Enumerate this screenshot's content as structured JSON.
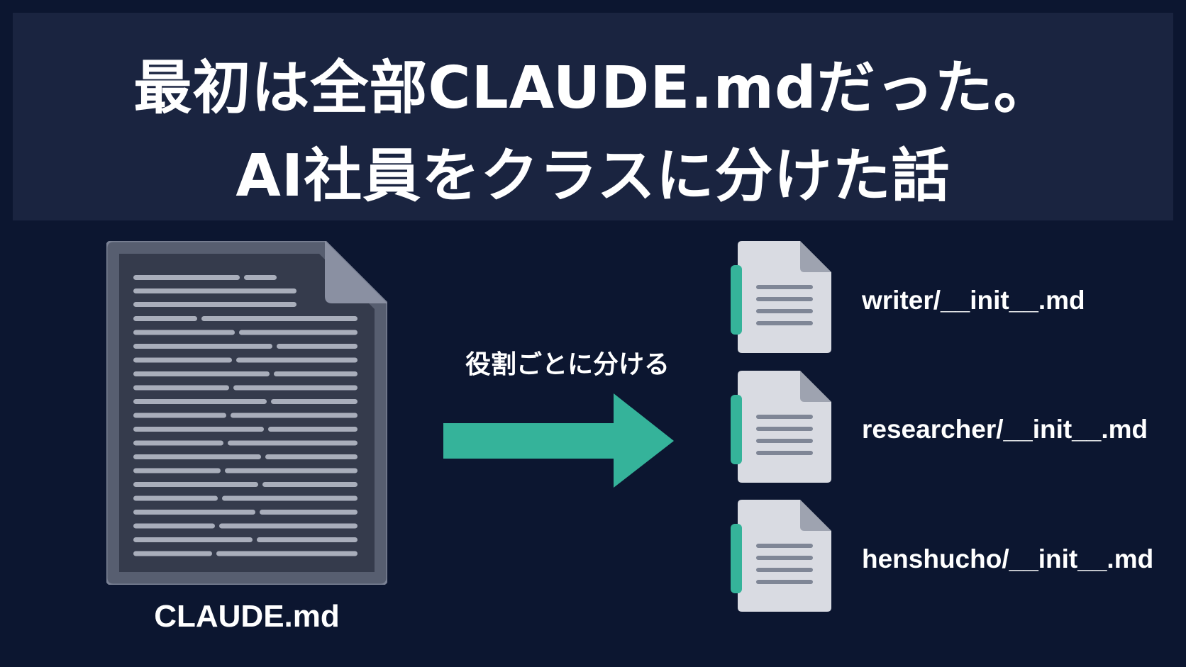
{
  "title": {
    "line1": "最初は全部CLAUDE.mdだった。",
    "line2": "AI社員をクラスに分けた話"
  },
  "source_file": {
    "label": "CLAUDE.md"
  },
  "arrow": {
    "caption": "役割ごとに分ける"
  },
  "output_files": [
    {
      "label": "writer/__init__.md"
    },
    {
      "label": "researcher/__init__.md"
    },
    {
      "label": "henshucho/__init__.md"
    }
  ],
  "colors": {
    "background": "#0c1630",
    "title_band": "#1a2440",
    "accent": "#35b39a",
    "big_doc": "#575e70",
    "small_doc": "#d9dbe2"
  }
}
